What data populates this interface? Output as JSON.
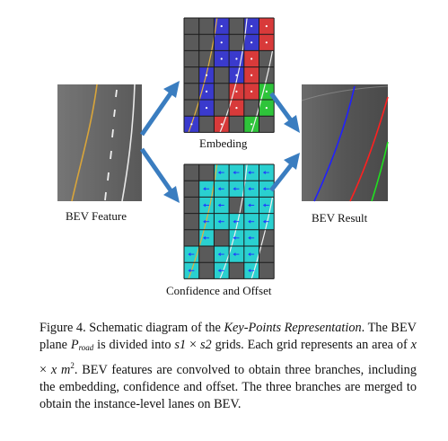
{
  "figure": {
    "labels": {
      "bev_feature": "BEV Feature",
      "embedding": "Embeding",
      "confidence_offset": "Confidence and Offset",
      "bev_result": "BEV Result"
    },
    "colors": {
      "arrow": "#3a7dc0",
      "road": "#5a5a5a",
      "grid_line": "#1a1a1a",
      "blue_cell": "#3a3acd",
      "red_cell": "#d83a3a",
      "green_cell": "#2ec43a",
      "cyan_cell": "#2ad0d0",
      "lane_yellow": "#e0b040",
      "lane_white": "#f0f0f0",
      "result_blue": "#2020ff",
      "result_red": "#ff2020",
      "result_green": "#20e020"
    }
  },
  "caption": {
    "label": "Figure 4.",
    "part1": " Schematic diagram of the ",
    "emph": "Key-Points Representation",
    "part2": ". The BEV plane ",
    "p": "P",
    "road": "road",
    "part3": " is divided into ",
    "s1": "s1",
    "times1": " × ",
    "s2": "s2",
    "part4": " grids. Each grid represents an area of ",
    "x1": "x",
    "times2": " × ",
    "x2": "x",
    "m": " m",
    "exp": "2",
    "part5": ". BEV features are convolved to obtain three branches, including the embedding, confidence and offset. The three branches are merged to obtain the instance-level lanes on BEV."
  }
}
